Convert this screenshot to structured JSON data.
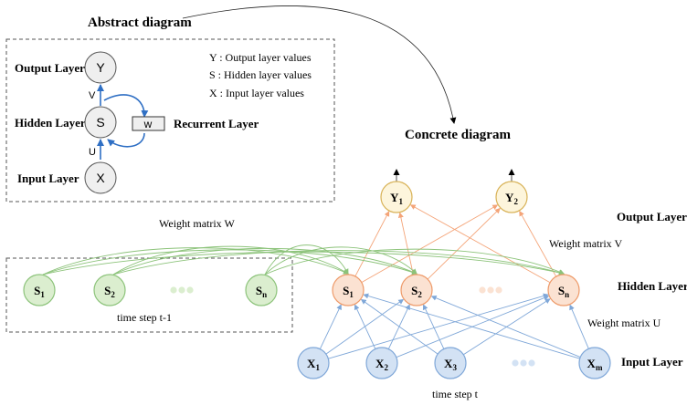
{
  "abstract": {
    "title": "Abstract diagram",
    "layers": {
      "output": "Output Layer",
      "hidden": "Hidden Layer",
      "input": "Input Layer",
      "recurrent": "Recurrent Layer"
    },
    "nodes": {
      "y": "Y",
      "s": "S",
      "x": "X",
      "w": "w"
    },
    "edge_labels": {
      "v": "V",
      "u": "U"
    },
    "legend": [
      "Y : Output layer values",
      "S : Hidden layer values",
      "X :  Input layer values"
    ]
  },
  "concrete": {
    "title": "Concrete diagram",
    "layers": {
      "output": "Output Layer",
      "hidden": "Hidden Layer",
      "input": "Input Layer"
    },
    "weights": {
      "w": "Weight matrix W",
      "v": "Weight matrix V",
      "u": "Weight matrix U"
    },
    "time_prev": "time step t-1",
    "time_curr": "time step t",
    "prev_hidden": [
      {
        "main": "S",
        "sub": "1"
      },
      {
        "main": "S",
        "sub": "2"
      },
      {
        "main": "S",
        "sub": "n"
      }
    ],
    "hidden": [
      {
        "main": "S",
        "sub": "1"
      },
      {
        "main": "S",
        "sub": "2"
      },
      {
        "main": "S",
        "sub": "n"
      }
    ],
    "outputs": [
      {
        "main": "Y",
        "sub": "1"
      },
      {
        "main": "Y",
        "sub": "2"
      }
    ],
    "inputs": [
      {
        "main": "X",
        "sub": "1"
      },
      {
        "main": "X",
        "sub": "2"
      },
      {
        "main": "X",
        "sub": "3"
      },
      {
        "main": "X",
        "sub": "m"
      }
    ]
  },
  "colors": {
    "abstract_node_fill": "#efefef",
    "abstract_arrow": "#2f6fc4",
    "green_fill": "#dbeecf",
    "green_stroke": "#8cc37a",
    "green_line": "#8cc37a",
    "orange_fill": "#fbe2d2",
    "orange_stroke": "#ee9a69",
    "orange_line": "#f4a478",
    "yellow_fill": "#fdf5dc",
    "yellow_stroke": "#d8b257",
    "blue_fill": "#d3e2f4",
    "blue_stroke": "#7fa7d8",
    "blue_line": "#7fa7d8"
  }
}
